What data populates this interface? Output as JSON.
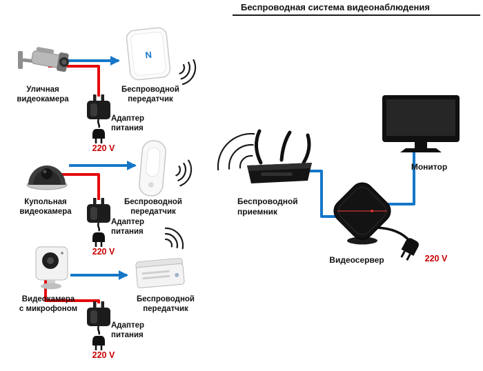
{
  "title": "Беспроводная система видеонаблюдения",
  "colors": {
    "blue": "#1577c8",
    "red": "#e50a0a",
    "redText": "#c80000",
    "ink": "#1a1a1a"
  },
  "cameras": [
    {
      "label": "Уличная\nвидеокамера"
    },
    {
      "label": "Купольная\nвидеокамера"
    },
    {
      "label": "Видеокамера\nс микрофоном"
    }
  ],
  "transmitters": [
    {
      "label": "Беспроводной\nпередатчик",
      "logo": "N"
    },
    {
      "label": "Беспроводной\nпередатчик"
    },
    {
      "label": "Беспроводной\nпередатчик"
    }
  ],
  "adapters": [
    {
      "label": "Адаптер\nпитания",
      "voltage": "220 V"
    },
    {
      "label": "Адаптер\nпитания",
      "voltage": "220 V"
    },
    {
      "label": "Адаптер\nпитания",
      "voltage": "220 V"
    }
  ],
  "receiver": {
    "label": "Беспроводной\nприемник"
  },
  "videoserver": {
    "label": "Видеосервер",
    "voltage": "220 V"
  },
  "monitor": {
    "label": "Монитор"
  }
}
